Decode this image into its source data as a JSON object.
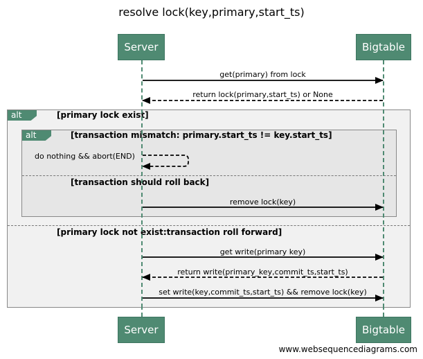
{
  "title": "resolve lock(key,primary,start_ts)",
  "participants": {
    "server": "Server",
    "bigtable": "Bigtable"
  },
  "messages": [
    {
      "text": "get(primary) from lock",
      "from": "server",
      "to": "bigtable",
      "style": "solid"
    },
    {
      "text": "return lock(primary,start_ts) or None",
      "from": "bigtable",
      "to": "server",
      "style": "dashed"
    },
    {
      "text": "do nothing && abort(END)",
      "from": "server",
      "to": "server",
      "style": "dashed-self"
    },
    {
      "text": "remove lock(key)",
      "from": "server",
      "to": "bigtable",
      "style": "solid"
    },
    {
      "text": "get write(primary key)",
      "from": "server",
      "to": "bigtable",
      "style": "solid"
    },
    {
      "text": "return write(primary_key,commit_ts,start_ts)",
      "from": "bigtable",
      "to": "server",
      "style": "dashed"
    },
    {
      "text": "set write(key,commit_ts,start_ts) && remove lock(key)",
      "from": "server",
      "to": "bigtable",
      "style": "solid"
    }
  ],
  "frames": {
    "outer": {
      "tag": "alt",
      "guard1": "[primary lock exist]",
      "guard2": "[primary lock not exist:transaction roll forward]"
    },
    "inner": {
      "tag": "alt",
      "guard1": "[transaction mismatch: primary.start_ts != key.start_ts]",
      "guard2": "[transaction should roll back]"
    }
  },
  "colors": {
    "participant": "#4f8a72",
    "frame_outer": "#f1f1f1",
    "frame_inner": "#e6e6e6"
  },
  "watermark": "www.websequencediagrams.com"
}
